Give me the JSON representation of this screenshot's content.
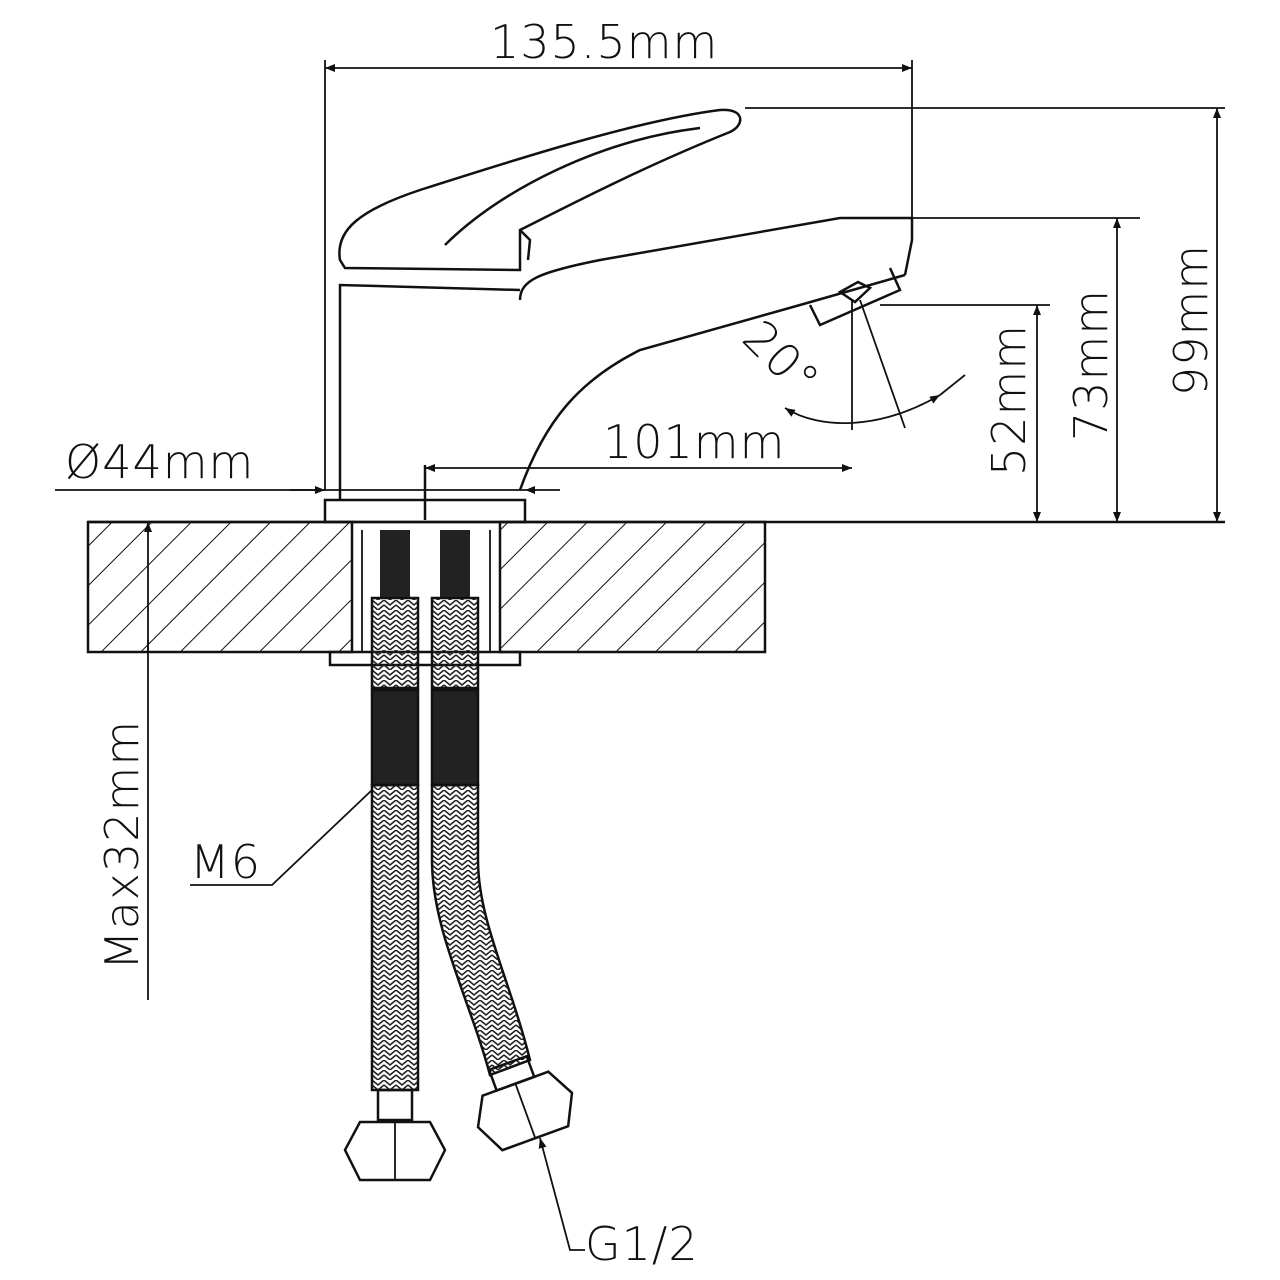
{
  "drawing": {
    "title": "Single-lever basin faucet dimension drawing",
    "dimensions": {
      "overall_width": "135.5mm",
      "total_height": "99mm",
      "spout_height": "73mm",
      "outlet_height": "52mm",
      "aerator_angle": "20°",
      "spout_reach": "101mm",
      "base_diameter": "Ø44mm",
      "max_counter_thickness": "Max32mm"
    },
    "callouts": {
      "stud_thread": "M6",
      "hose_connection": "G1/2"
    },
    "colors": {
      "line": "#111111",
      "background": "#ffffff"
    }
  }
}
